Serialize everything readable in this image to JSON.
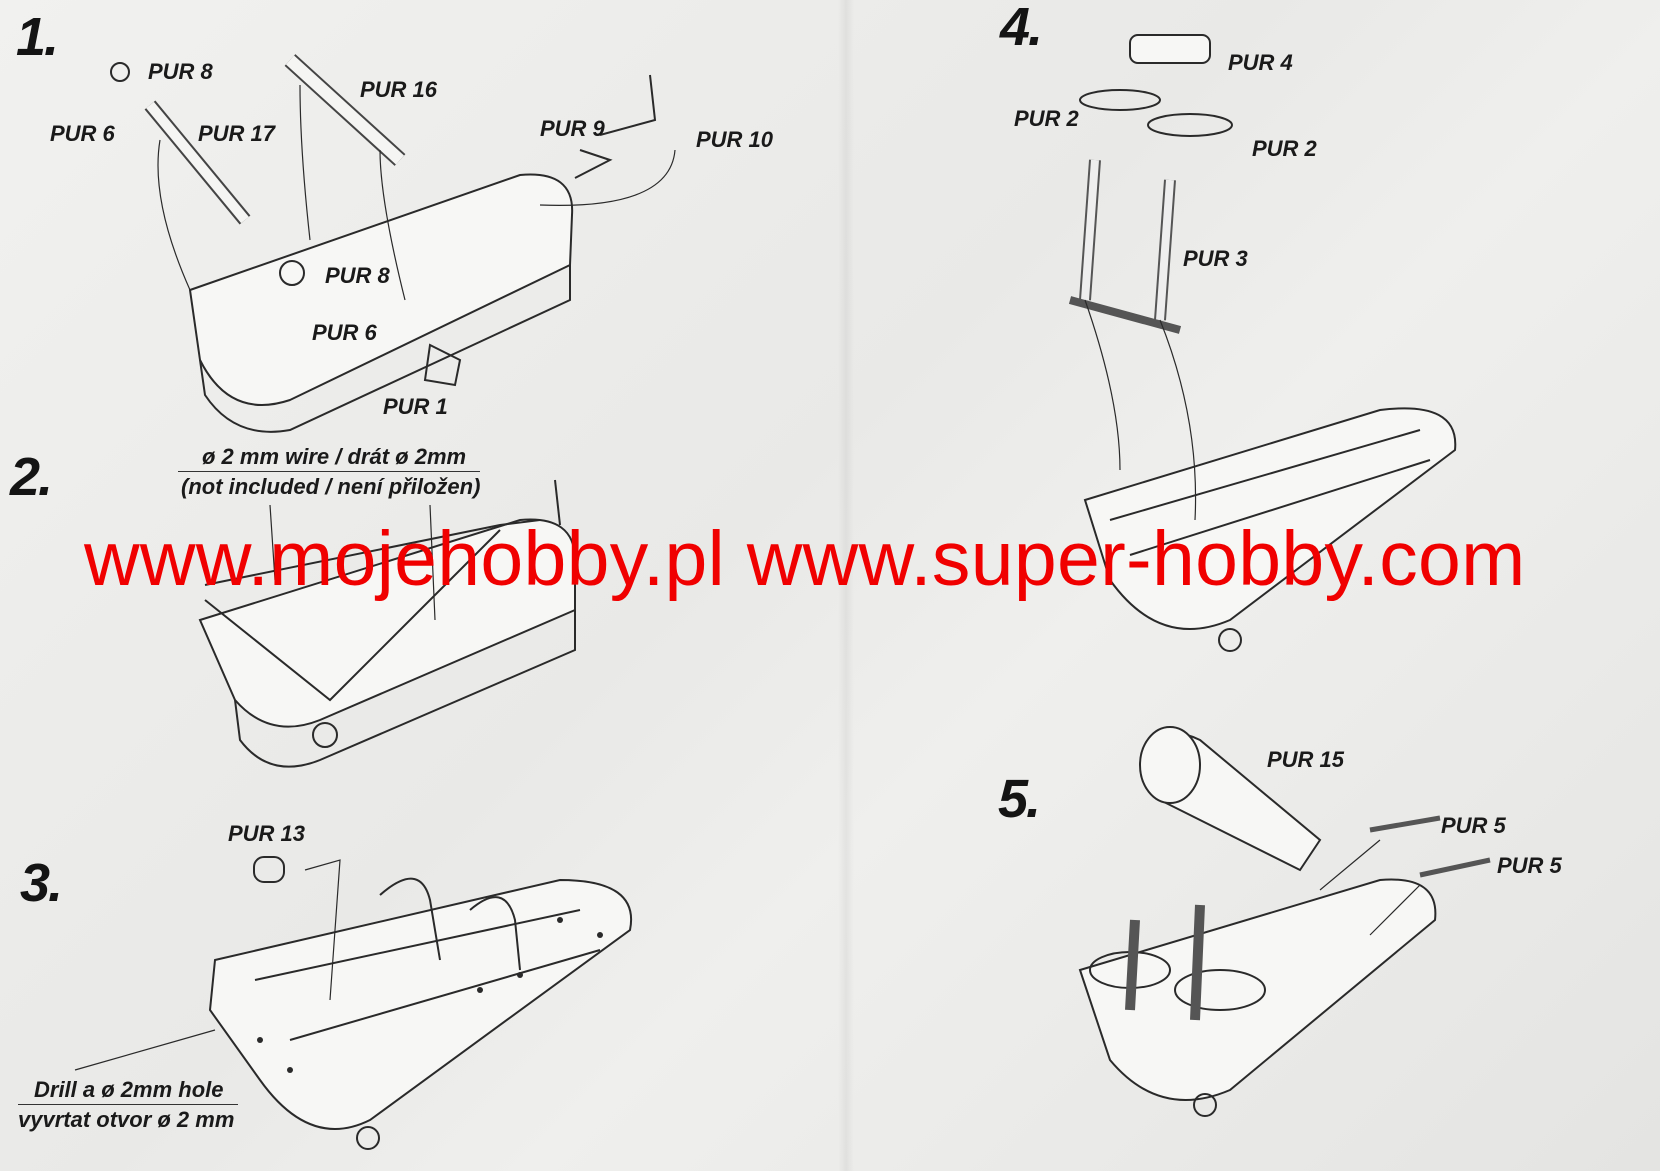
{
  "steps": [
    "1.",
    "2.",
    "3.",
    "4.",
    "5."
  ],
  "step1": {
    "labels": [
      "PUR 8",
      "PUR 6",
      "PUR 17",
      "PUR 16",
      "PUR 9",
      "PUR 10",
      "PUR 8",
      "PUR 6",
      "PUR 1"
    ]
  },
  "step2": {
    "wire_note_line1": "ø 2 mm wire / drát ø 2mm",
    "wire_note_line2": "(not included / není přiložen)"
  },
  "step3": {
    "labels": [
      "PUR 13"
    ],
    "drill_note_line1": "Drill a ø 2mm hole",
    "drill_note_line2": "vyvrtat otvor ø 2 mm"
  },
  "step4": {
    "labels": [
      "PUR 4",
      "PUR 2",
      "PUR 2",
      "PUR 3"
    ]
  },
  "step5": {
    "labels": [
      "PUR 15",
      "PUR 5",
      "PUR 5"
    ]
  },
  "watermark": "www.mojehobby.pl www.super-hobby.com",
  "colors": {
    "watermark": "#f00000",
    "ink": "#1a1a1a",
    "paper": "#ececea"
  }
}
